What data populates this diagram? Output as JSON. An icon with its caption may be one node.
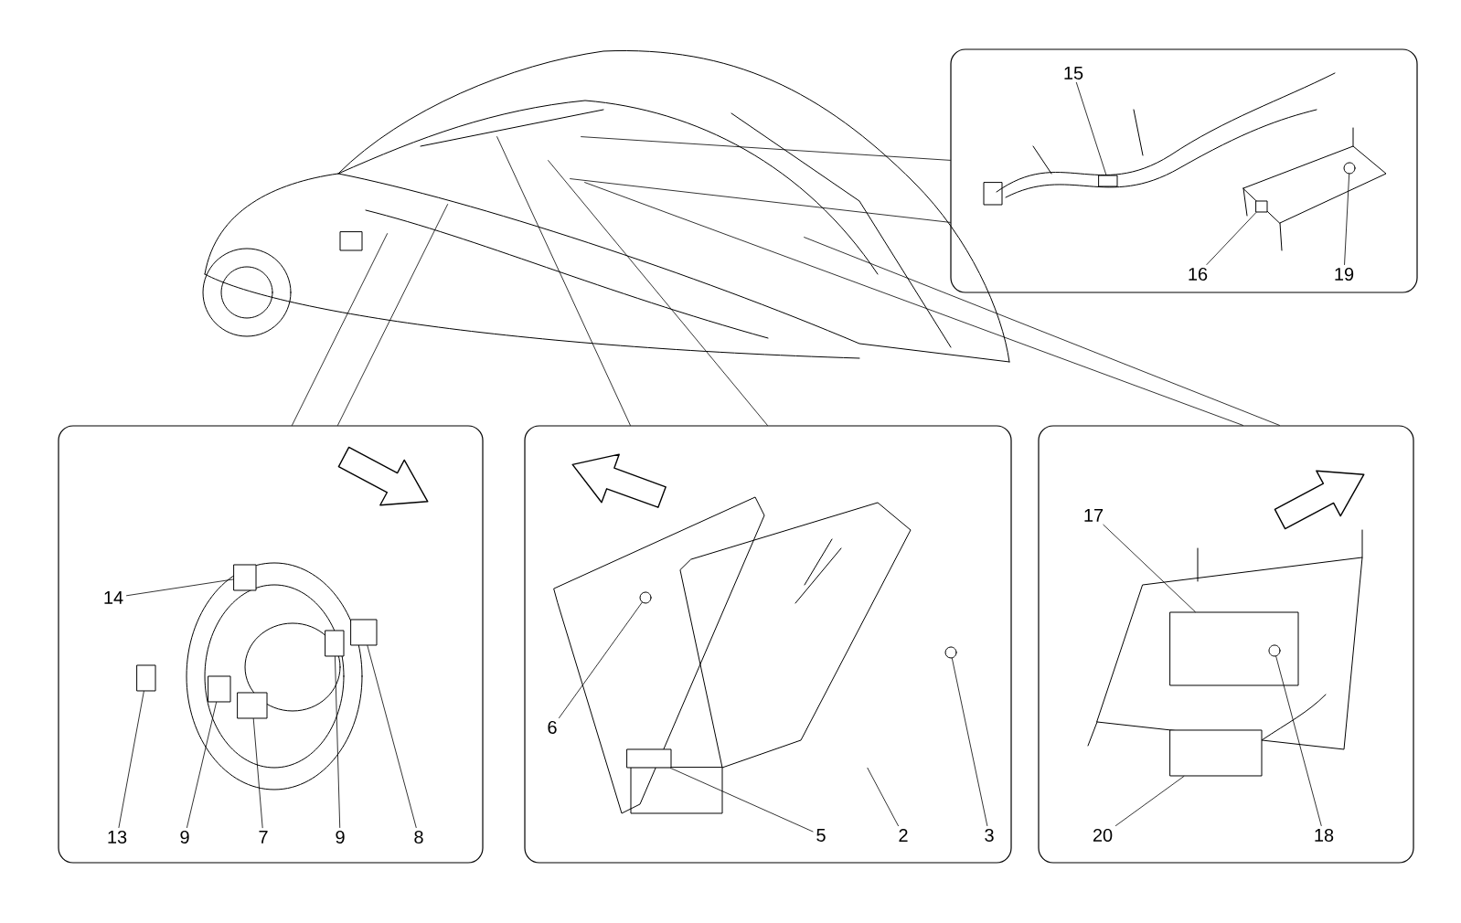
{
  "diagram": {
    "nodes": [
      {
        "text": [],
        "shape": "picture"
      },
      {
        "text": [],
        "shape": "box"
      },
      {
        "text": [],
        "shape": "box"
      },
      {
        "text": [],
        "shape": "box"
      },
      {
        "text": [],
        "shape": "box"
      },
      {
        "text": [
          "15"
        ],
        "in": 1
      },
      {
        "text": [
          "16"
        ],
        "in": 1
      },
      {
        "text": [
          "19"
        ],
        "in": 1
      },
      {
        "text": [
          "14"
        ],
        "in": 2
      },
      {
        "text": [
          "13"
        ],
        "in": 2
      },
      {
        "text": [
          "9"
        ],
        "in": 2
      },
      {
        "text": [
          "7"
        ],
        "in": 2
      },
      {
        "text": [
          "9"
        ],
        "in": 2
      },
      {
        "text": [
          "8"
        ],
        "in": 2
      },
      {
        "text": [
          "6"
        ],
        "in": 3
      },
      {
        "text": [
          "5"
        ],
        "in": 3
      },
      {
        "text": [
          "2"
        ],
        "in": 3
      },
      {
        "text": [
          "3"
        ],
        "in": 3
      },
      {
        "text": [
          "17"
        ],
        "in": 4
      },
      {
        "text": [
          "20"
        ],
        "in": 4
      },
      {
        "text": [
          "18"
        ],
        "in": 4
      },
      {
        "text": [],
        "shape": "box",
        "in": 1
      },
      {
        "text": [],
        "shape": "box",
        "in": 1
      },
      {
        "text": [],
        "shape": "circle",
        "in": 1
      },
      {
        "text": [],
        "shape": "box",
        "in": 2
      },
      {
        "text": [],
        "shape": "box",
        "in": 2
      },
      {
        "text": [],
        "shape": "box",
        "in": 2
      },
      {
        "text": [],
        "shape": "box",
        "in": 2
      },
      {
        "text": [],
        "shape": "box",
        "in": 2
      },
      {
        "text": [],
        "shape": "box",
        "in": 2
      },
      {
        "text": [],
        "shape": "circle",
        "in": 3
      },
      {
        "text": [],
        "shape": "box",
        "in": 3
      },
      {
        "text": [],
        "shape": "picture",
        "in": 3
      },
      {
        "text": [],
        "shape": "circle",
        "in": 3
      },
      {
        "text": [],
        "shape": "box",
        "in": 4
      },
      {
        "text": [],
        "shape": "box",
        "in": 4
      },
      {
        "text": [],
        "shape": "circle",
        "in": 34
      }
    ],
    "edges": [
      {
        "from": 0,
        "to": 2,
        "arrow": "none"
      },
      {
        "from": 0,
        "to": 2,
        "arrow": "none"
      },
      {
        "from": 0,
        "to": 3,
        "arrow": "none"
      },
      {
        "from": 0,
        "to": 3,
        "arrow": "none"
      },
      {
        "from": 0,
        "to": 4,
        "arrow": "none"
      },
      {
        "from": 0,
        "to": 4,
        "arrow": "none"
      },
      {
        "from": 0,
        "to": 1,
        "arrow": "none"
      },
      {
        "from": 0,
        "to": 1,
        "arrow": "none"
      },
      {
        "from": 5,
        "to": 21,
        "arrow": "none"
      },
      {
        "from": 6,
        "to": 22,
        "arrow": "none"
      },
      {
        "from": 7,
        "to": 23,
        "arrow": "none"
      },
      {
        "from": 8,
        "to": 24,
        "arrow": "none"
      },
      {
        "from": 9,
        "to": 25,
        "arrow": "none"
      },
      {
        "from": 10,
        "to": 26,
        "arrow": "none"
      },
      {
        "from": 11,
        "to": 27,
        "arrow": "none"
      },
      {
        "from": 12,
        "to": 28,
        "arrow": "none"
      },
      {
        "from": 13,
        "to": 29,
        "arrow": "none"
      },
      {
        "from": 14,
        "to": 30,
        "arrow": "none"
      },
      {
        "from": 15,
        "to": 31,
        "arrow": "none"
      },
      {
        "from": 16,
        "to": 32,
        "arrow": "none"
      },
      {
        "from": 17,
        "to": 33,
        "arrow": "none"
      },
      {
        "from": 18,
        "to": 34,
        "arrow": "none"
      },
      {
        "from": 19,
        "to": 35,
        "arrow": "none"
      },
      {
        "from": 20,
        "to": 36,
        "arrow": "none"
      }
    ]
  }
}
